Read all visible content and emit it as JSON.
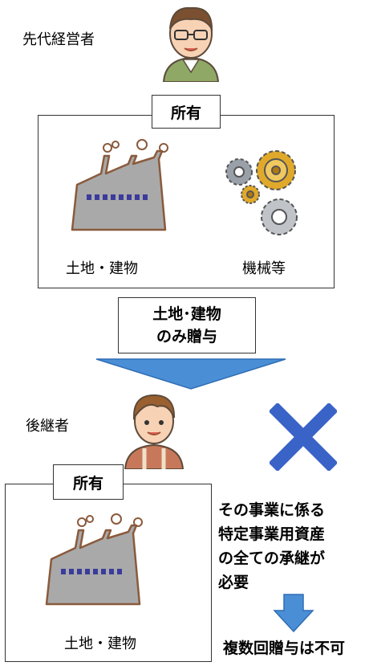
{
  "predecessor": {
    "label": "先代経営者"
  },
  "top_box": {
    "tag": "所有",
    "asset_land_label": "土地・建物",
    "asset_machine_label": "機械等"
  },
  "gift_box": {
    "line1": "土地･建物",
    "line2": "のみ贈与"
  },
  "successor": {
    "label": "後継者"
  },
  "bottom_box": {
    "tag": "所有",
    "asset_land_label": "土地・建物"
  },
  "requirement": {
    "line1": "その事業に係る",
    "line2": "特定事業用資産",
    "line3": "の全ての承継が",
    "line4": "必要"
  },
  "conclusion": "複数回贈与は不可",
  "colors": {
    "arrow": "#4a8fd6",
    "cross": "#3a63c8",
    "factory": "#a9a9a9",
    "factory_outline": "#8a5a3c",
    "gear": "#e0a92b"
  }
}
